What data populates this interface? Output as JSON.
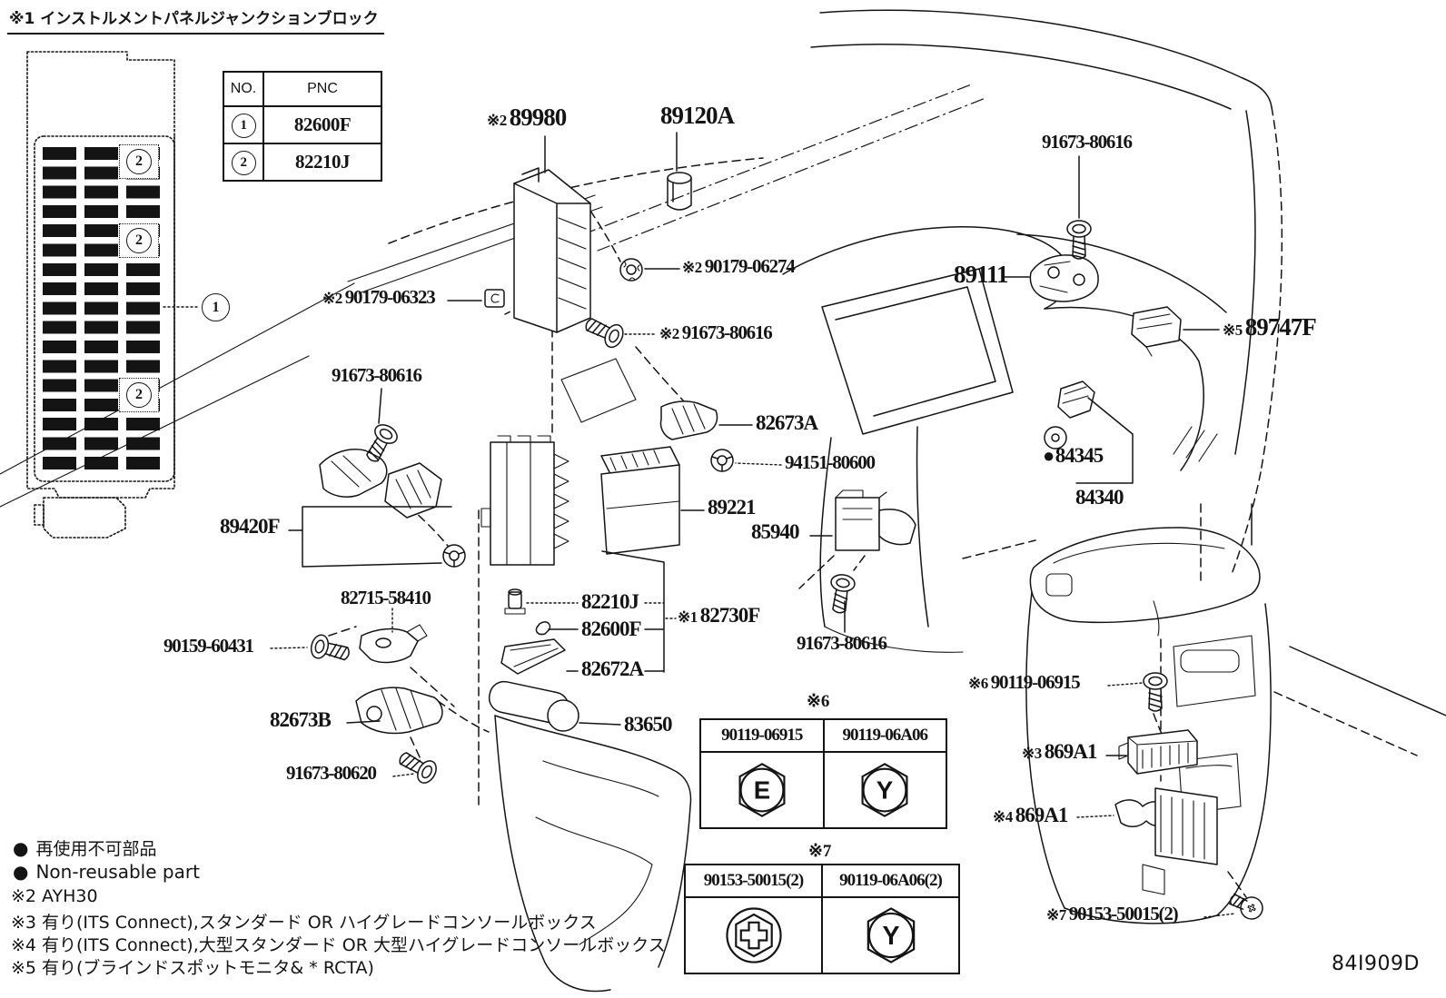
{
  "page": {
    "background": "#ffffff",
    "ink": "#141414"
  },
  "title": {
    "mark": "※1",
    "text": "インストルメントパネルジャンクションブロック"
  },
  "pnc_table": {
    "headers": [
      "NO.",
      "PNC"
    ],
    "rows": [
      {
        "no": "1",
        "pnc": "82600F"
      },
      {
        "no": "2",
        "pnc": "82210J"
      }
    ]
  },
  "callouts": {
    "junction_block_ref": "1",
    "relay_block_marker": "2"
  },
  "labels": [
    {
      "prefix": "※2",
      "text": "89980"
    },
    {
      "text": "89120A"
    },
    {
      "text": "91673-80616"
    },
    {
      "prefix": "※2",
      "text": "90179-06274"
    },
    {
      "text": "89111"
    },
    {
      "prefix": "※2",
      "text": "90179-06323"
    },
    {
      "prefix": "※5",
      "text": "89747F"
    },
    {
      "prefix": "※2",
      "text": "91673-80616"
    },
    {
      "text": "91673-80616"
    },
    {
      "text": "82673A"
    },
    {
      "text": "94151-80600"
    },
    {
      "prefix": "●",
      "text": "84345"
    },
    {
      "text": "89221"
    },
    {
      "text": "84340"
    },
    {
      "text": "89420F"
    },
    {
      "text": "85940"
    },
    {
      "text": "82715-58410"
    },
    {
      "text": "82210J"
    },
    {
      "prefix": "※1",
      "text": "82730F"
    },
    {
      "text": "82600F"
    },
    {
      "text": "90159-60431"
    },
    {
      "text": "91673-80616"
    },
    {
      "text": "82672A"
    },
    {
      "prefix": "※6",
      "text": "90119-06915"
    },
    {
      "text": "82673B"
    },
    {
      "text": "83650"
    },
    {
      "prefix": "※3",
      "text": "869A1"
    },
    {
      "text": "91673-80620"
    },
    {
      "prefix": "※4",
      "text": "869A1"
    },
    {
      "prefix": "※7",
      "text": "90153-50015(2)"
    },
    {
      "text": "※6"
    },
    {
      "text": "※7"
    },
    {
      "text": "84I909D"
    }
  ],
  "fastener_tables": [
    {
      "mark": "※6",
      "columns": [
        {
          "part_no": "90119-06915",
          "icon": "hex-flange-bolt-E-icon",
          "icon_letter": "E"
        },
        {
          "part_no": "90119-06A06",
          "icon": "hex-flange-bolt-Y-icon",
          "icon_letter": "Y"
        }
      ]
    },
    {
      "mark": "※7",
      "columns": [
        {
          "part_no": "90153-50015(2)",
          "icon": "phillips-hex-screw-icon",
          "icon_letter": ""
        },
        {
          "part_no": "90119-06A06(2)",
          "icon": "hex-flange-bolt-Y-icon",
          "icon_letter": "Y"
        }
      ]
    }
  ],
  "legend": {
    "bullet": "●",
    "non_reusable_jp": "再使用不可部品",
    "non_reusable_en": "Non-reusable part",
    "notes": [
      {
        "mark": "※2",
        "text": "AYH30"
      },
      {
        "mark": "※3",
        "text": "有り(ITS Connect),スタンダード OR ハイグレードコンソールボックス"
      },
      {
        "mark": "※4",
        "text": "有り(ITS Connect),大型スタンダード OR 大型ハイグレードコンソールボックス"
      },
      {
        "mark": "※5",
        "text": "有り(ブラインドスポットモニタ& * RCTA)"
      }
    ]
  },
  "diagram_code": "84I909D"
}
